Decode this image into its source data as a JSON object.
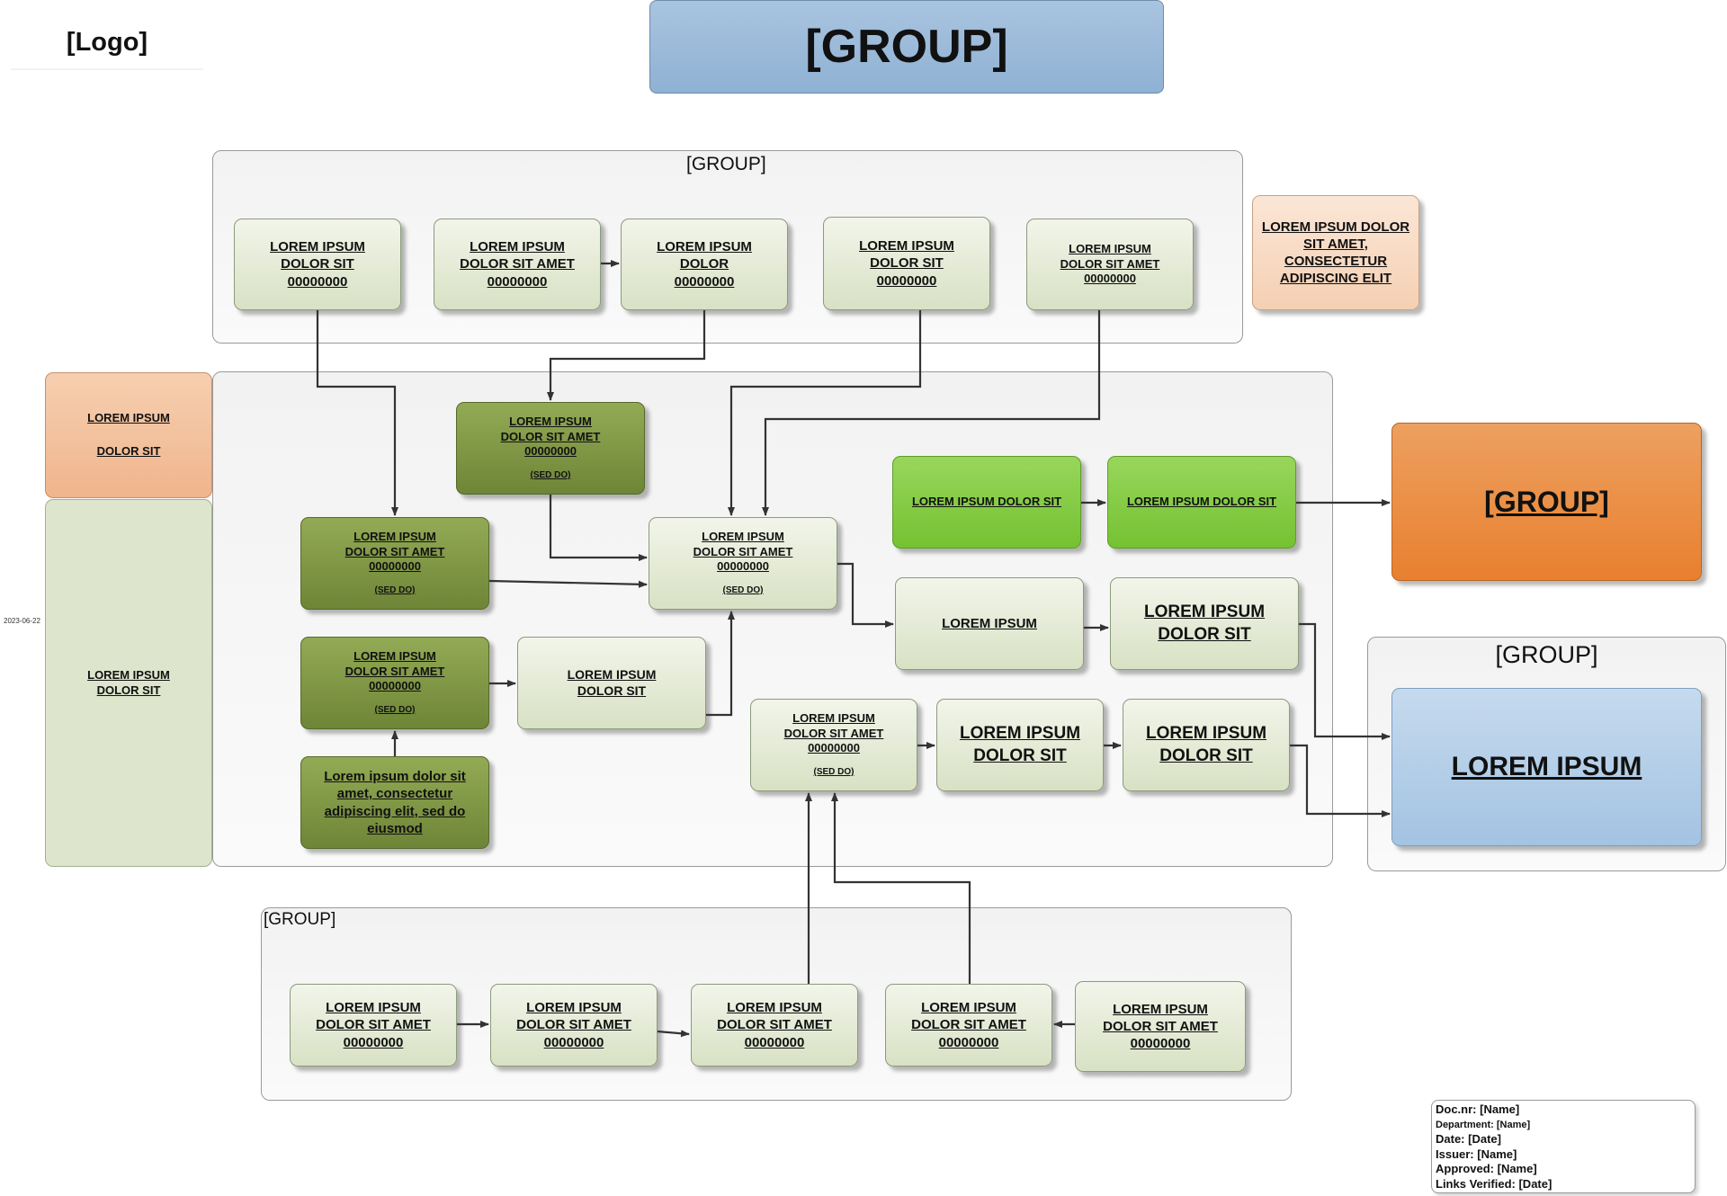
{
  "logo": "[Logo]",
  "date_stamp": "2023-06-22",
  "title": "[GROUP]",
  "groups": {
    "top": "[GROUP]",
    "bottom": "[GROUP]",
    "right_orange": "[GROUP]",
    "right_frame": "[GROUP]"
  },
  "top_nodes": [
    {
      "lines": [
        "LOREM IPSUM",
        "DOLOR SIT",
        "00000000"
      ]
    },
    {
      "lines": [
        "LOREM IPSUM",
        "DOLOR SIT AMET",
        "00000000"
      ]
    },
    {
      "lines": [
        "LOREM IPSUM",
        "DOLOR",
        "00000000"
      ]
    },
    {
      "lines": [
        "LOREM IPSUM",
        "DOLOR SIT",
        "00000000"
      ]
    },
    {
      "lines": [
        "LOREM IPSUM",
        "DOLOR SIT AMET",
        "00000000"
      ]
    }
  ],
  "note_top_right": "LOREM IPSUM DOLOR SIT AMET, CONSECTETUR ADIPISCING ELIT",
  "side_top": {
    "line1": "LOREM IPSUM",
    "line2": "DOLOR SIT"
  },
  "side_bottom": {
    "line1": "LOREM IPSUM",
    "line2": "DOLOR SIT"
  },
  "middle": {
    "olive_top": {
      "lines": [
        "LOREM IPSUM",
        "DOLOR SIT AMET",
        "00000000"
      ],
      "sub": "(SED DO)"
    },
    "olive_left1": {
      "lines": [
        "LOREM IPSUM",
        "DOLOR SIT AMET",
        "00000000"
      ],
      "sub": "(SED DO)"
    },
    "olive_left2": {
      "lines": [
        "LOREM IPSUM",
        "DOLOR SIT AMET",
        "00000000"
      ],
      "sub": "(SED DO)"
    },
    "olive_note": "Lorem ipsum dolor sit amet, consectetur adipiscing elit, sed do eiusmod",
    "light_small": {
      "lines": [
        "LOREM IPSUM",
        "DOLOR SIT"
      ]
    },
    "hub": {
      "lines": [
        "LOREM IPSUM",
        "DOLOR SIT AMET",
        "00000000"
      ],
      "sub": "(SED DO)"
    },
    "lime1": "LOREM IPSUM DOLOR SIT",
    "lime2": "LOREM IPSUM DOLOR SIT",
    "r1": "LOREM IPSUM",
    "r2": {
      "lines": [
        "LOREM IPSUM",
        "DOLOR SIT"
      ]
    },
    "hub2": {
      "lines": [
        "LOREM IPSUM",
        "DOLOR SIT AMET",
        "00000000"
      ],
      "sub": "(SED DO)"
    },
    "r3": {
      "lines": [
        "LOREM IPSUM",
        "DOLOR SIT"
      ]
    },
    "r4": {
      "lines": [
        "LOREM IPSUM",
        "DOLOR SIT"
      ]
    }
  },
  "right_blue": "LOREM IPSUM",
  "bottom_nodes": [
    {
      "lines": [
        "LOREM IPSUM",
        "DOLOR SIT AMET",
        "00000000"
      ]
    },
    {
      "lines": [
        "LOREM IPSUM",
        "DOLOR SIT AMET",
        "00000000"
      ]
    },
    {
      "lines": [
        "LOREM IPSUM",
        "DOLOR SIT AMET",
        "00000000"
      ]
    },
    {
      "lines": [
        "LOREM IPSUM",
        "DOLOR SIT AMET",
        "00000000"
      ]
    },
    {
      "lines": [
        "LOREM IPSUM",
        "DOLOR SIT AMET",
        "00000000"
      ]
    }
  ],
  "info": {
    "doc_nr": "Doc.nr: [Name]",
    "department": "Department: [Name]",
    "date": "Date: [Date]",
    "issuer": "Issuer: [Name]",
    "approved": "Approved: [Name]",
    "links_verified": "Links Verified: [Date]"
  }
}
